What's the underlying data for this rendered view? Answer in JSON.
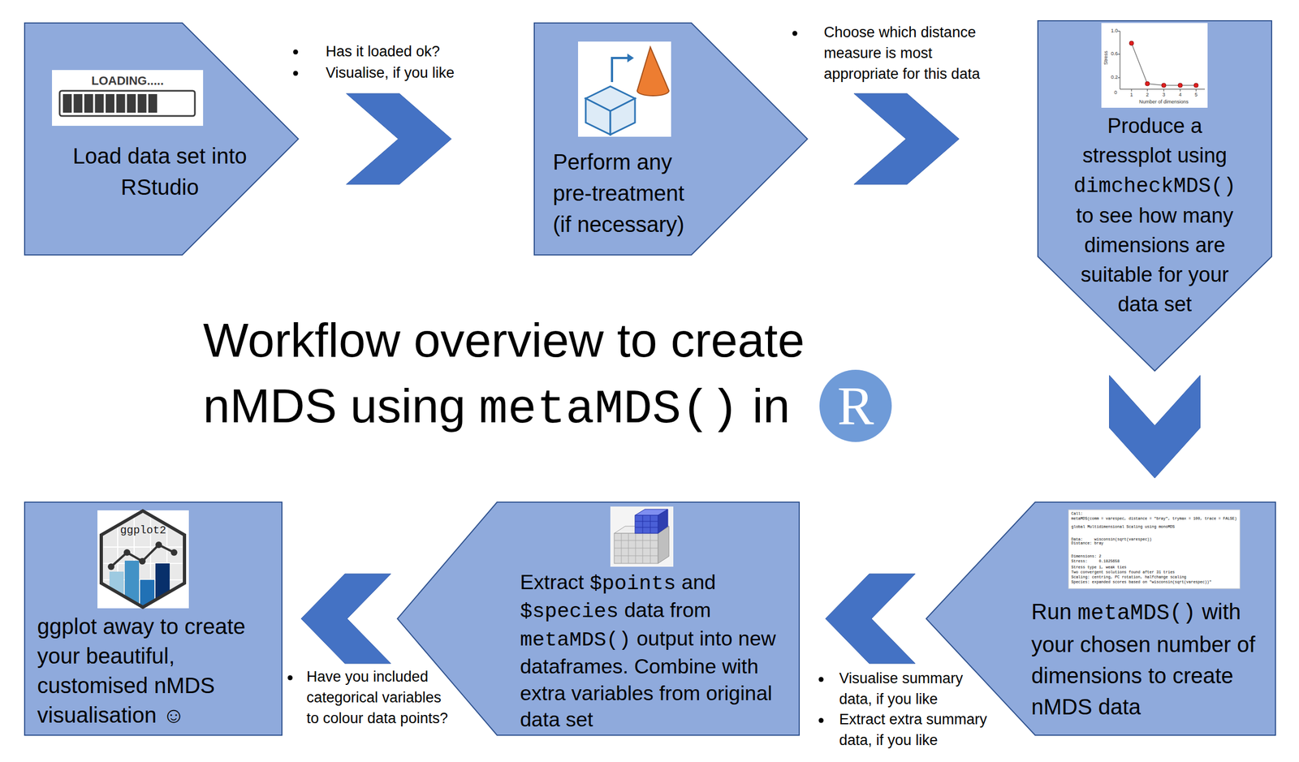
{
  "diagram": {
    "title": "Workflow overview to create nMDS using metaMDS() in",
    "nodes": [
      {
        "text": [
          "Load data set into RStudio"
        ]
      },
      {
        "text": [
          "Perform any pre-treatment (if necessary)"
        ]
      },
      {
        "text": [
          "Produce a stressplot using dimcheckMDS() to see how many dimensions are suitable for your data set"
        ]
      },
      {
        "text": [
          "Run metaMDS() with your chosen number of dimensions to create nMDS data"
        ]
      },
      {
        "text": [
          "Extract $points and $species data from metaMDS() output into new dataframes. Combine with extra variables from original data set"
        ]
      },
      {
        "text": [
          "ggplot away to create your beautiful, customised nMDS visualisation ☺"
        ]
      }
    ],
    "edges": [
      {
        "from": 0,
        "to": 1,
        "arrow": "to"
      },
      {
        "from": 1,
        "to": 2,
        "arrow": "to"
      },
      {
        "from": 2,
        "to": 3,
        "arrow": "to"
      },
      {
        "from": 3,
        "to": 4,
        "arrow": "to"
      },
      {
        "from": 4,
        "to": 5,
        "arrow": "to"
      }
    ],
    "labels": [
      "LOADING.....",
      "Has it loaded ok?",
      "Visualise, if you like",
      "Choose which distance measure is most appropriate for this data",
      "1.0",
      "0.6",
      "0.2",
      "0",
      "1",
      "2",
      "3",
      "4",
      "5",
      "Stress",
      "Number of dimensions",
      "R",
      "Call:",
      "metaMDS(comm = varespec, distance = \"bray\", trymax = 100, trace = FALSE)",
      "global Multidimensional Scaling using monoMDS",
      "Data:     wisconsin(sqrt(varespec))",
      "Distance: bray",
      "Dimensions: 2",
      "Stress:     0.1825658",
      "Stress type 1, weak ties",
      "Two convergent solutions found after 31 tries",
      "Scaling: centring, PC rotation, halfchange scaling",
      "Species: expanded scores based on \"wisconsin(sqrt(varespec))\"",
      "Visualise summary data, if you like",
      "Extract extra summary data, if you like",
      "Have you included categorical variables to colour data points?",
      "ggplot2"
    ]
  }
}
